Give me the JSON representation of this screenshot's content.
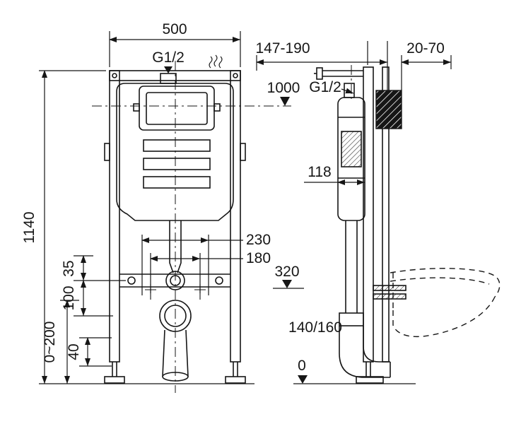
{
  "colors": {
    "line": "#161616",
    "background": "#ffffff"
  },
  "front_view": {
    "dims": {
      "width_500": "500",
      "inlet_g12": "G1/2",
      "height_1140": "1140",
      "span_230": "230",
      "span_180": "180",
      "offset_35": "35",
      "offset_100": "100",
      "offset_40": "40",
      "foot_range": "0~200"
    }
  },
  "side_view": {
    "dims": {
      "depth_147_190": "147-190",
      "wall_20_70": "20-70",
      "inlet_g12": "G1/2",
      "cistern_118": "118",
      "outlet_140_160": "140/160"
    }
  },
  "levels": {
    "level_1000": "1000",
    "level_320": "320",
    "level_0": "0"
  }
}
